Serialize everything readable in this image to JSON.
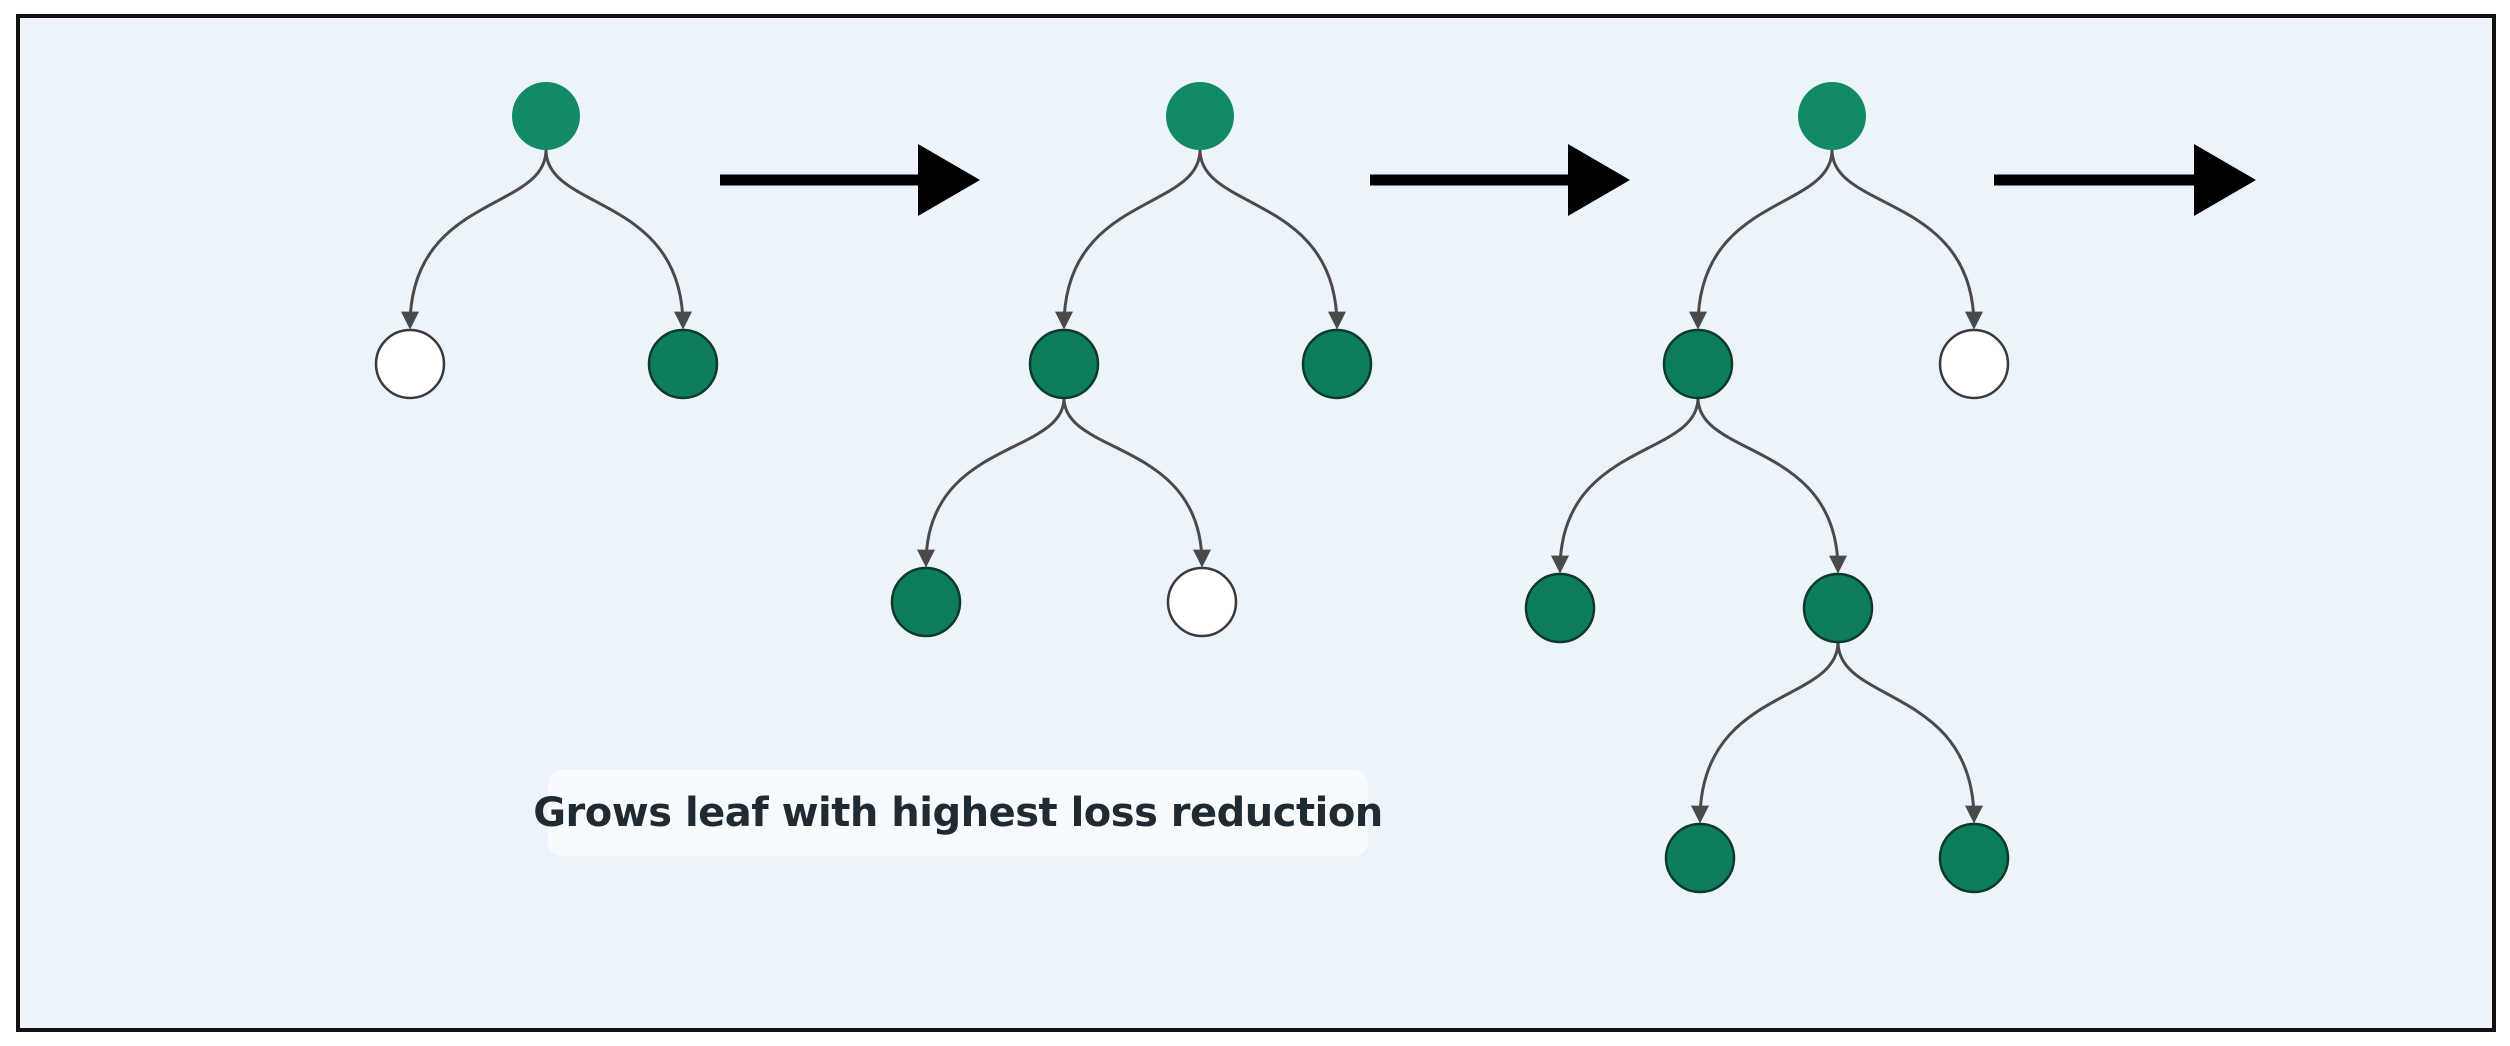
{
  "caption": "Grows leaf with highest loss reduction",
  "colors": {
    "background": "#ecf3fb",
    "frame": "#111111",
    "node_filled": "#0e7d5c",
    "node_filled_stroke": "#0b3b2c",
    "node_root": "#128a66",
    "node_empty": "#ffffff",
    "node_empty_stroke": "#3a3a3a",
    "edge": "#4a4a4a",
    "arrow": "#000000"
  },
  "stages": [
    {
      "name": "stage-1",
      "nodes": [
        {
          "id": "n0",
          "state": "root"
        },
        {
          "id": "n1",
          "state": "empty"
        },
        {
          "id": "n2",
          "state": "filled"
        }
      ],
      "edges": [
        [
          "n0",
          "n1"
        ],
        [
          "n0",
          "n2"
        ]
      ]
    },
    {
      "name": "stage-2",
      "nodes": [
        {
          "id": "n0",
          "state": "root"
        },
        {
          "id": "n1",
          "state": "filled"
        },
        {
          "id": "n2",
          "state": "filled"
        },
        {
          "id": "n3",
          "state": "filled"
        },
        {
          "id": "n4",
          "state": "empty"
        }
      ],
      "edges": [
        [
          "n0",
          "n1"
        ],
        [
          "n0",
          "n2"
        ],
        [
          "n1",
          "n3"
        ],
        [
          "n1",
          "n4"
        ]
      ]
    },
    {
      "name": "stage-3",
      "nodes": [
        {
          "id": "n0",
          "state": "root"
        },
        {
          "id": "n1",
          "state": "filled"
        },
        {
          "id": "n2",
          "state": "empty"
        },
        {
          "id": "n3",
          "state": "filled"
        },
        {
          "id": "n4",
          "state": "filled"
        },
        {
          "id": "n5",
          "state": "filled"
        },
        {
          "id": "n6",
          "state": "filled"
        }
      ],
      "edges": [
        [
          "n0",
          "n1"
        ],
        [
          "n0",
          "n2"
        ],
        [
          "n1",
          "n3"
        ],
        [
          "n1",
          "n4"
        ],
        [
          "n4",
          "n5"
        ],
        [
          "n4",
          "n6"
        ]
      ]
    }
  ],
  "progress_arrows": 3
}
